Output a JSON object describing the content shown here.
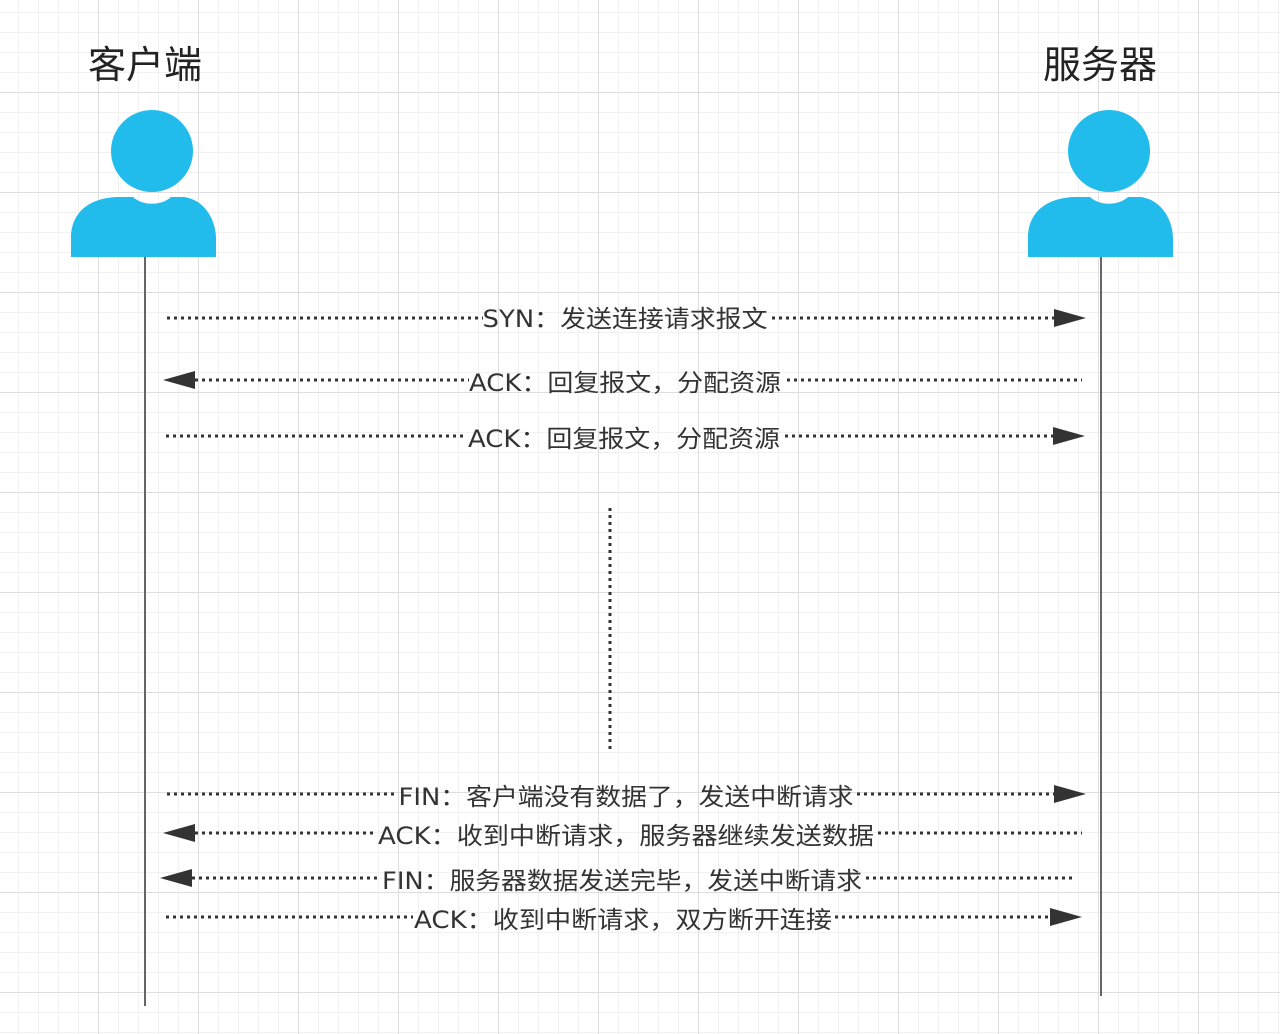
{
  "client": {
    "name": "客户端"
  },
  "server": {
    "name": "服务器"
  },
  "colors": {
    "actor": "#21bcec",
    "line": "#666666",
    "arrow": "#333333"
  },
  "messages": [
    {
      "label": "SYN：发送连接请求报文",
      "direction": "client-to-server"
    },
    {
      "label": "ACK：回复报文，分配资源",
      "direction": "server-to-client"
    },
    {
      "label": "ACK：回复报文，分配资源",
      "direction": "client-to-server"
    },
    {
      "label": "FIN：客户端没有数据了，发送中断请求",
      "direction": "client-to-server"
    },
    {
      "label": "ACK：收到中断请求，服务器继续发送数据",
      "direction": "server-to-client"
    },
    {
      "label": "FIN：服务器数据发送完毕，发送中断请求",
      "direction": "server-to-client"
    },
    {
      "label": "ACK：收到中断请求，双方断开连接",
      "direction": "client-to-server"
    }
  ]
}
